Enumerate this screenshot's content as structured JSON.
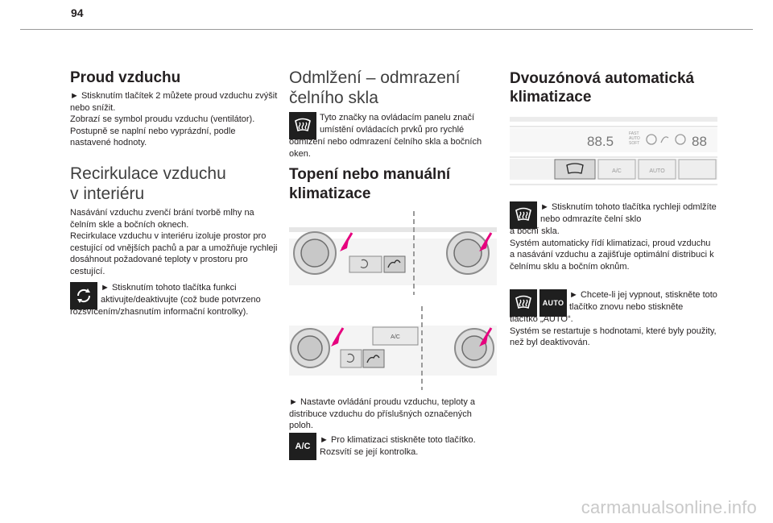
{
  "page": {
    "number": "94"
  },
  "col1": {
    "heading1": "Proud vzduchu",
    "para1": "► Stisknutím tlačítek 2 můžete proud vzduchu zvýšit nebo snížit.\nZobrazí se symbol proudu vzduchu (ventilátor). Postupně se naplní nebo vyprázdní, podle nastavené hodnoty.",
    "heading2": "Recirkulace vzduchu\nv interiéru",
    "para2": "Nasávání vzduchu zvenčí brání tvorbě mlhy na čelním skle a bočních oknech.\nRecirkulace vzduchu v interiéru izoluje prostor pro cestující od vnějších pachů a par a umožňuje rychleji dosáhnout požadované teploty v prostoru pro cestující.",
    "recirc_first": "► Stisknutím tohoto tlačítka funkci aktivujte/deaktivujte (což bude potvrzeno",
    "recirc_rest": "rozsvícením/zhasnutím informační kontrolky).",
    "recirc_icon": "recirculation-icon"
  },
  "col2": {
    "heading1": "Odmlžení – odmrazení\nčelního skla",
    "defrost_first": "Tyto značky na ovládacím panelu značí umístění ovládacích prvků pro rychlé",
    "defrost_rest": "odmlžení nebo odmrazení čelního skla a bočních oken.",
    "defrost_icon": "windshield-defrost-icon",
    "heading2": "Topení nebo manuální\nklimatizace",
    "para3": "► Nastavte ovládání proudu vzduchu, teploty a distribuce vzduchu do příslušných označených poloh.",
    "ac_text": "► Pro klimatizaci stiskněte toto tlačítko. Rozsvítí se její kontrolka.",
    "ac_icon_label": "A/C",
    "panel1": {
      "button_label": ""
    },
    "panel2": {
      "button_label": "A/C"
    }
  },
  "col3": {
    "heading1": "Dvouzónová automatická\nklimatizace",
    "panel": {
      "display_left": "88.5",
      "display_right": "88",
      "auto_small": "FAST\nAUTO\nSOFT",
      "btn_ac": "A/C",
      "btn_auto": "AUTO"
    },
    "defrost_first": "► Stisknutím tohoto tlačítka rychleji odmlžíte nebo odmrazíte čelní sklo",
    "defrost_rest": "a boční skla.\nSystém automaticky řídí klimatizaci, proud vzduchu a nasávání vzduchu a zajišťuje optimální distribuci k čelnímu sklu a bočním oknům.",
    "auto_first": "► Chcete-li jej vypnout, stiskněte toto tlačítko znovu nebo stiskněte",
    "auto_rest": "tlačítko „AUTO“.\nSystém se restartuje s hodnotami, které byly použity, než byl deaktivován.",
    "auto_icon_label": "AUTO"
  },
  "watermark": "carmanualsonline.info"
}
